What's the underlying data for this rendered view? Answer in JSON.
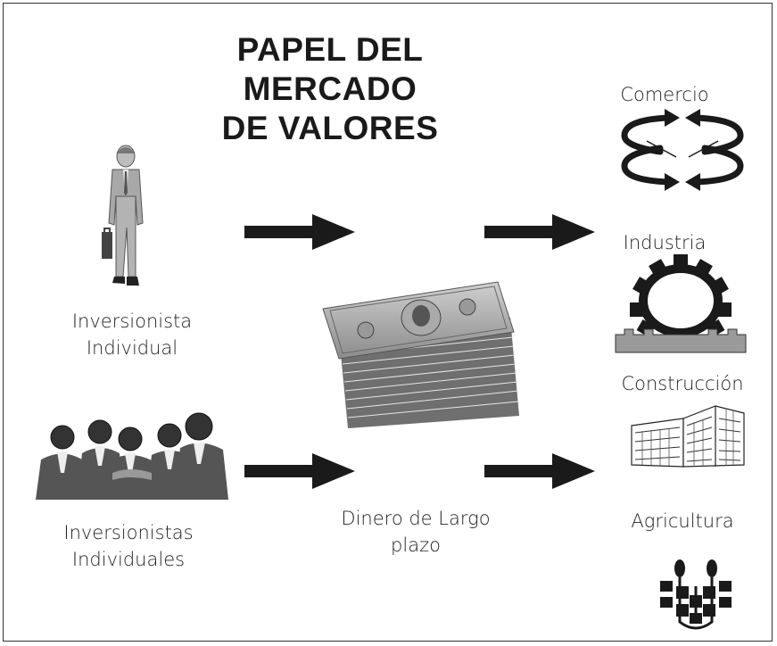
{
  "title": {
    "line1": "PAPEL DEL MERCADO",
    "line2": "DE VALORES"
  },
  "investors": {
    "individual": {
      "line1": "Inversionista",
      "line2": "Individual",
      "icon": "businessman-icon"
    },
    "group": {
      "line1": "Inversionistas",
      "line2": "Individuales",
      "icon": "group-of-businessmen-icon"
    }
  },
  "center": {
    "line1": "Dinero de Largo",
    "line2": "plazo",
    "icon": "money-stack-icon"
  },
  "sectors": [
    {
      "label": "Comercio",
      "icon": "circular-arrows-icon"
    },
    {
      "label": "Industria",
      "icon": "gear-icon"
    },
    {
      "label": "Construcción",
      "icon": "building-icon"
    },
    {
      "label": "Agricultura",
      "icon": "crops-icon"
    }
  ],
  "colors": {
    "ink": "#1a1a1a",
    "gray": "#9a9a9a",
    "frame": "#333333"
  }
}
